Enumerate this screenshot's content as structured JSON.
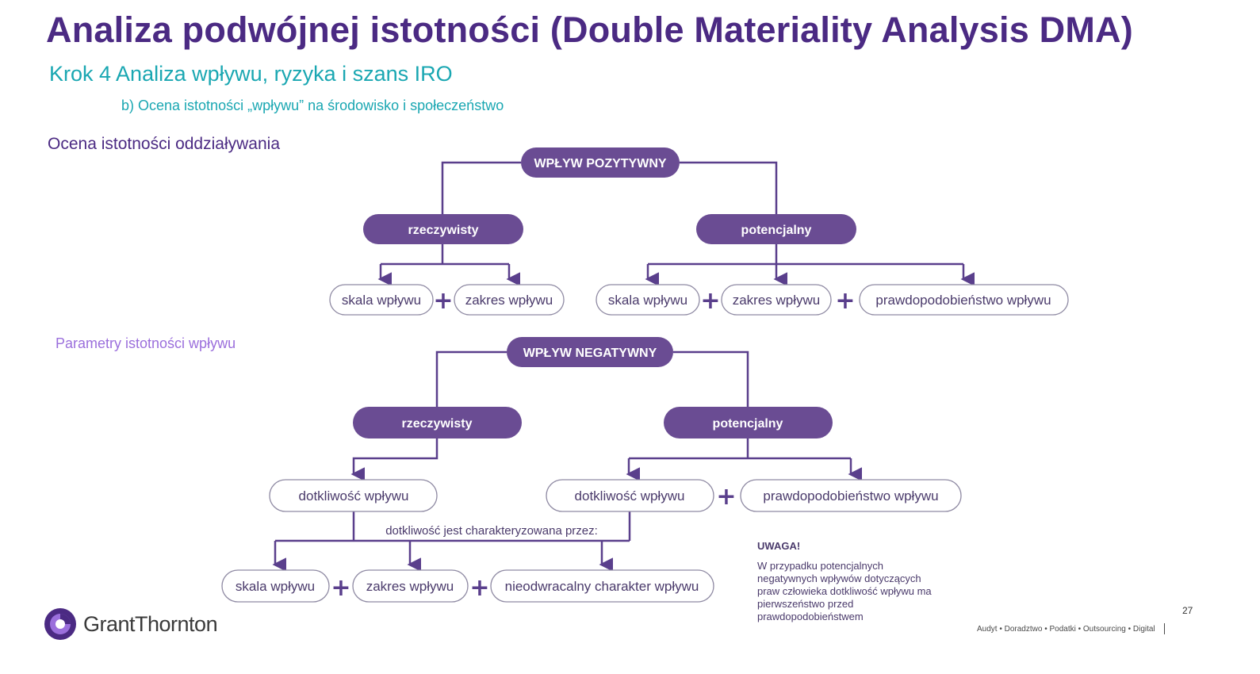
{
  "title": "Analiza podwójnej istotności (Double Materiality Analysis DMA)",
  "subtitle": "Krok 4 Analiza wpływu, ryzyka i szans IRO",
  "subsubtitle": "b) Ocena istotności „wpływu” na środowisko i społeczeństwo",
  "section_positive": "Ocena istotności oddziaływania",
  "section_negative": "Parametry istotności wpływu",
  "positive": {
    "root": "WPŁYW POZYTYWNY",
    "actual": "rzeczywisty",
    "potential": "potencjalny",
    "actual_params": [
      "skala wpływu",
      "zakres wpływu"
    ],
    "potential_params": [
      "skala wpływu",
      "zakres wpływu",
      "prawdopodobieństwo wpływu"
    ]
  },
  "negative": {
    "root": "WPŁYW NEGATYWNY",
    "actual": "rzeczywisty",
    "potential": "potencjalny",
    "actual_param": "dotkliwość wpływu",
    "potential_params": [
      "dotkliwość wpływu",
      "prawdopodobieństwo wpływu"
    ],
    "severity_caption": "dotkliwość jest charakteryzowana przez:",
    "severity_params": [
      "skala wpływu",
      "zakres wpływu",
      "nieodwracalny charakter wpływu"
    ]
  },
  "note": {
    "heading": "UWAGA!",
    "lines": [
      "W przypadku potencjalnych",
      "negatywnych wpływów dotyczących",
      "praw człowieka dotkliwość wpływu ma",
      "pierwszeństwo przed",
      "prawdopodobieństwem"
    ]
  },
  "brand": {
    "name": "GrantThornton",
    "tagline": "Audyt • Doradztwo • Podatki • Outsourcing • Digital"
  },
  "page_number": "27",
  "colors": {
    "primary": "#4b2a83",
    "pill": "#6a4c93",
    "teal": "#1aa7b2",
    "lavender": "#9b6fdc"
  }
}
